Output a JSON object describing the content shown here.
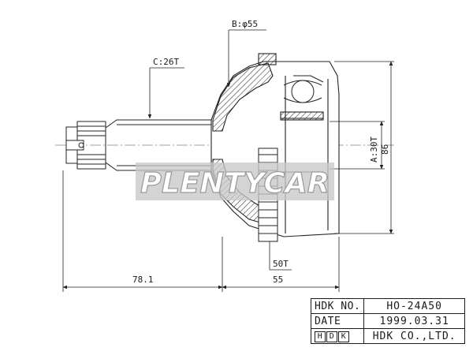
{
  "labels": {
    "b_dim": "B:φ55",
    "c_dim": "C:26T",
    "a_dim": "A:30T",
    "height_dim": "86",
    "abs_dim": "50T",
    "length_left": "78.1",
    "length_right": "55"
  },
  "watermark": "PLENTYCAR",
  "title_block": {
    "rows": [
      {
        "key": "HDK NO.",
        "value": "HO-24A50"
      },
      {
        "key": "DATE",
        "value": "1999.03.31"
      }
    ],
    "logo_letters": [
      "H",
      "D",
      "K"
    ],
    "company": "HDK CO.,LTD."
  }
}
